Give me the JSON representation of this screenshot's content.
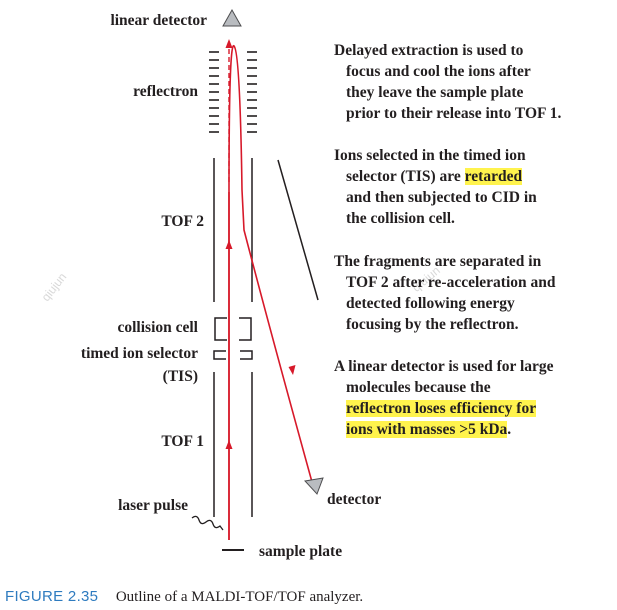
{
  "labels": {
    "linear_detector": "linear detector",
    "reflectron": "reflectron",
    "tof2": "TOF 2",
    "collision_cell": "collision cell",
    "tis_line1": "timed ion selector",
    "tis_line2": "(TIS)",
    "tof1": "TOF 1",
    "laser_pulse": "laser pulse",
    "sample_plate": "sample plate",
    "detector": "detector"
  },
  "notes": {
    "p1": [
      "Delayed extraction is used to",
      "focus and cool the ions after",
      "they leave the sample plate",
      "prior to their release into TOF 1."
    ],
    "p2": {
      "l1": "Ions selected in the timed ion",
      "l2a": "selector (TIS) are ",
      "l2b": "retarded",
      "l3": "and then subjected to CID in",
      "l4": "the collision cell."
    },
    "p3": [
      "The fragments are separated in",
      "TOF 2 after re-acceleration and",
      "detected following energy",
      "focusing by the reflectron."
    ],
    "p4": {
      "l1": "A linear detector is used for large",
      "l2": "molecules because the",
      "l3": "reflectron loses efficiency for",
      "l4a": "ions with masses >5 kDa",
      "l4b": "."
    }
  },
  "caption": {
    "figure": "FIGURE 2.35",
    "text": "Outline of a MALDI-TOF/TOF analyzer."
  },
  "watermark": "qiujun",
  "colors": {
    "beam": "#d7192a",
    "highlight": "#fff34d",
    "figure_label": "#2e7bbf",
    "ink": "#231f20"
  }
}
